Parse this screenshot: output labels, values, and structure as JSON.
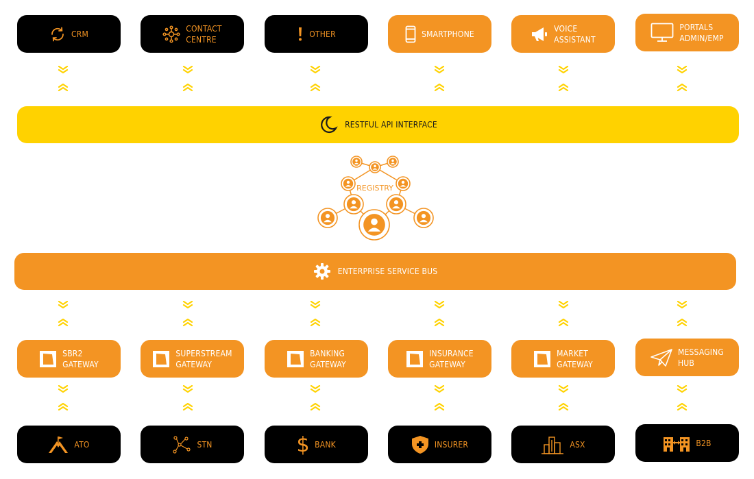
{
  "channels": [
    {
      "label": "CRM",
      "icon": "refresh-icon",
      "theme": "dark"
    },
    {
      "label": "CONTACT\nCENTRE",
      "icon": "network-hub-icon",
      "theme": "dark"
    },
    {
      "label": "OTHER",
      "icon": "exclamation-icon",
      "theme": "dark"
    },
    {
      "label": "SMARTPHONE",
      "icon": "smartphone-icon",
      "theme": "orange"
    },
    {
      "label": "VOICE\nASSISTANT",
      "icon": "megaphone-icon",
      "theme": "orange"
    },
    {
      "label": "PORTALS\nADMIN/EMP",
      "icon": "monitor-icon",
      "theme": "orange"
    }
  ],
  "api_interface": {
    "label": "RESTFUL API INTERFACE",
    "icon": "moon-icon"
  },
  "registry": {
    "label": "REGISTRY",
    "icon": "people-network-icon"
  },
  "service_bus": {
    "label": "ENTERPRISE SERVICE BUS",
    "icon": "gear-icon"
  },
  "gateways": [
    {
      "label": "SBR2\nGATEWAY",
      "icon": "gateway-icon"
    },
    {
      "label": "SUPERSTREAM\nGATEWAY",
      "icon": "gateway-icon"
    },
    {
      "label": "BANKING\nGATEWAY",
      "icon": "gateway-icon"
    },
    {
      "label": "INSURANCE\nGATEWAY",
      "icon": "gateway-icon"
    },
    {
      "label": "MARKET\nGATEWAY",
      "icon": "gateway-icon"
    },
    {
      "label": "MESSAGING\nHUB",
      "icon": "paper-plane-icon"
    }
  ],
  "endpoints": [
    {
      "label": "ATO",
      "icon": "summit-flag-icon"
    },
    {
      "label": "STN",
      "icon": "route-nodes-icon"
    },
    {
      "label": "BANK",
      "icon": "dollar-icon"
    },
    {
      "label": "INSURER",
      "icon": "shield-plus-icon"
    },
    {
      "label": "ASX",
      "icon": "building-icon"
    },
    {
      "label": "B2B",
      "icon": "buildings-exchange-icon"
    }
  ],
  "colors": {
    "accent": "#f39423",
    "api_bar": "#ffd200",
    "dark": "#000000",
    "chevron": "#ffd200"
  }
}
